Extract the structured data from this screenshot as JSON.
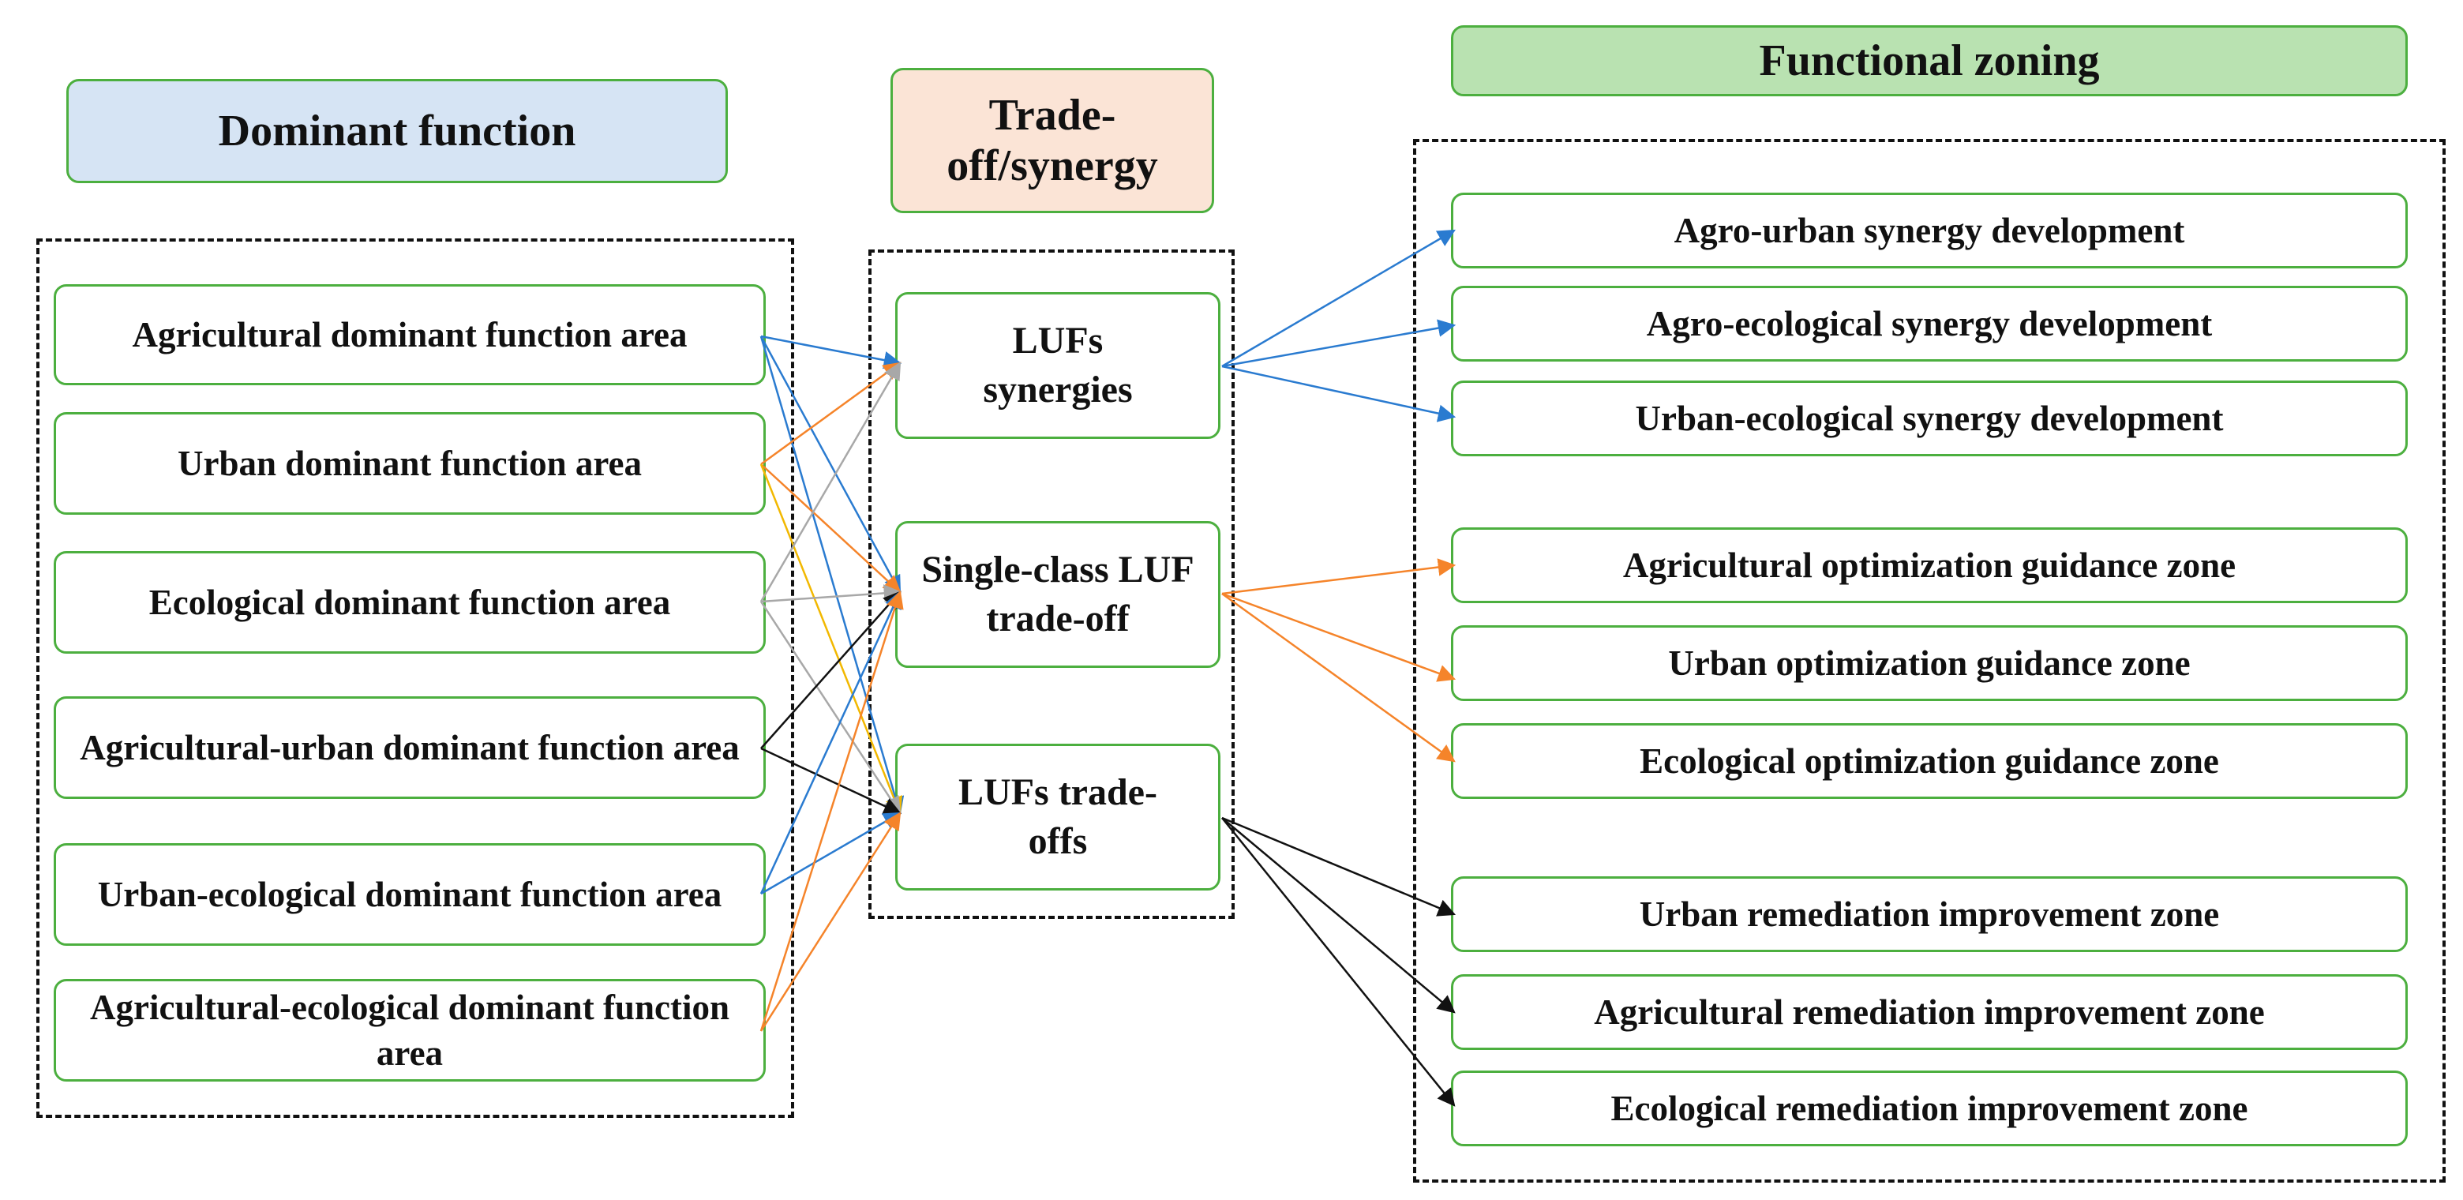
{
  "headers": {
    "dominant": "Dominant function",
    "tradeoff": "Trade-off/synergy",
    "zoning": "Functional zoning"
  },
  "header_colors": {
    "dominant": "#d6e4f4",
    "tradeoff": "#fbe4d6",
    "zoning": "#b9e2b1"
  },
  "box_border_color": "#4caf3f",
  "dominant_areas": [
    "Agricultural dominant function area",
    "Urban dominant function area",
    "Ecological dominant function area",
    "Agricultural-urban dominant function area",
    "Urban-ecological dominant function area",
    "Agricultural-ecological dominant function area"
  ],
  "relations": [
    "LUFs synergies",
    "Single-class LUF trade-off",
    "LUFs trade-offs"
  ],
  "zones": [
    "Agro-urban synergy development",
    "Agro-ecological synergy development",
    "Urban-ecological synergy development",
    "Agricultural optimization guidance zone",
    "Urban optimization guidance zone",
    "Ecological optimization guidance zone",
    "Urban remediation improvement zone",
    "Agricultural remediation improvement zone",
    "Ecological remediation improvement zone"
  ],
  "arrow_colors": {
    "synergy": "#2a7bd0",
    "single": "#f5842a",
    "tradeoff": "#111111",
    "gray": "#a8a8a8",
    "gold": "#f2b800"
  },
  "edges": [
    {
      "from": 0,
      "to": 0,
      "color": "synergy"
    },
    {
      "from": 0,
      "to": 1,
      "color": "synergy"
    },
    {
      "from": 0,
      "to": 2,
      "color": "synergy"
    },
    {
      "from": 1,
      "to": 0,
      "color": "single"
    },
    {
      "from": 1,
      "to": 1,
      "color": "single"
    },
    {
      "from": 1,
      "to": 2,
      "color": "gold"
    },
    {
      "from": 2,
      "to": 0,
      "color": "gray"
    },
    {
      "from": 2,
      "to": 1,
      "color": "gray"
    },
    {
      "from": 2,
      "to": 2,
      "color": "gray"
    },
    {
      "from": 3,
      "to": 1,
      "color": "tradeoff"
    },
    {
      "from": 3,
      "to": 2,
      "color": "tradeoff"
    },
    {
      "from": 4,
      "to": 1,
      "color": "synergy"
    },
    {
      "from": 4,
      "to": 2,
      "color": "synergy"
    },
    {
      "from": 5,
      "to": 1,
      "color": "single"
    },
    {
      "from": 5,
      "to": 2,
      "color": "single"
    }
  ],
  "zone_edges": [
    {
      "from": 0,
      "to": 0,
      "color": "synergy"
    },
    {
      "from": 0,
      "to": 1,
      "color": "synergy"
    },
    {
      "from": 0,
      "to": 2,
      "color": "synergy"
    },
    {
      "from": 1,
      "to": 3,
      "color": "single"
    },
    {
      "from": 1,
      "to": 4,
      "color": "single"
    },
    {
      "from": 1,
      "to": 5,
      "color": "single"
    },
    {
      "from": 2,
      "to": 6,
      "color": "tradeoff"
    },
    {
      "from": 2,
      "to": 7,
      "color": "tradeoff"
    },
    {
      "from": 2,
      "to": 8,
      "color": "tradeoff"
    }
  ]
}
